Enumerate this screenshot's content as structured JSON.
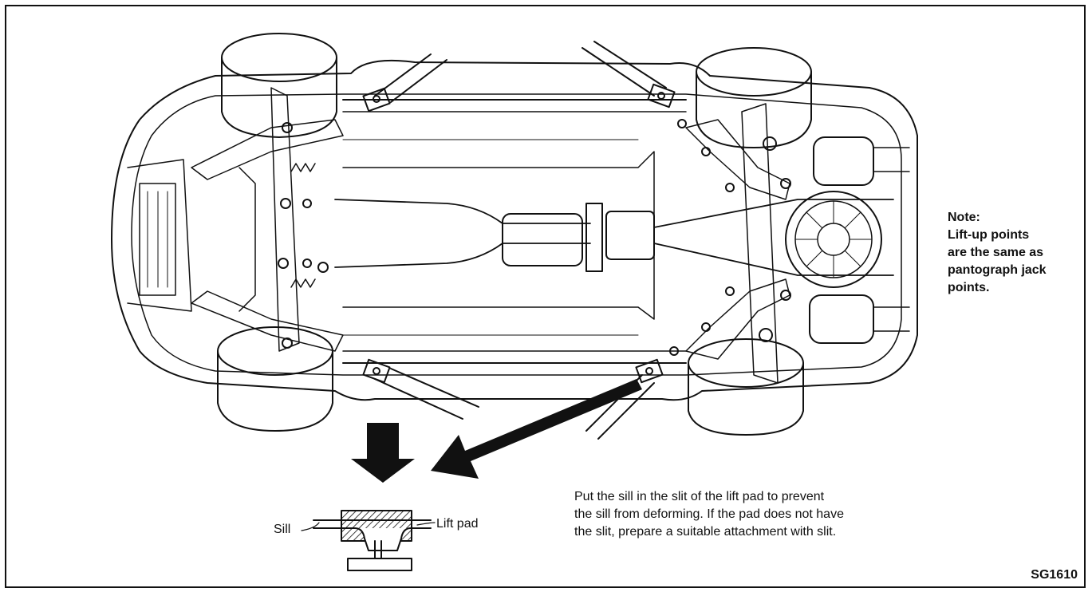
{
  "note": {
    "title": "Note:",
    "lines": [
      "Lift-up points",
      "are the same as",
      "pantograph jack",
      "points."
    ]
  },
  "caption": {
    "lines": [
      "Put the sill in the slit of the lift pad to prevent",
      "the sill from deforming.  If the pad does not have",
      "the slit, prepare a suitable attachment with slit."
    ]
  },
  "labels": {
    "sill": "Sill",
    "lift_pad": "Lift pad"
  },
  "figure_code": "SG1610"
}
